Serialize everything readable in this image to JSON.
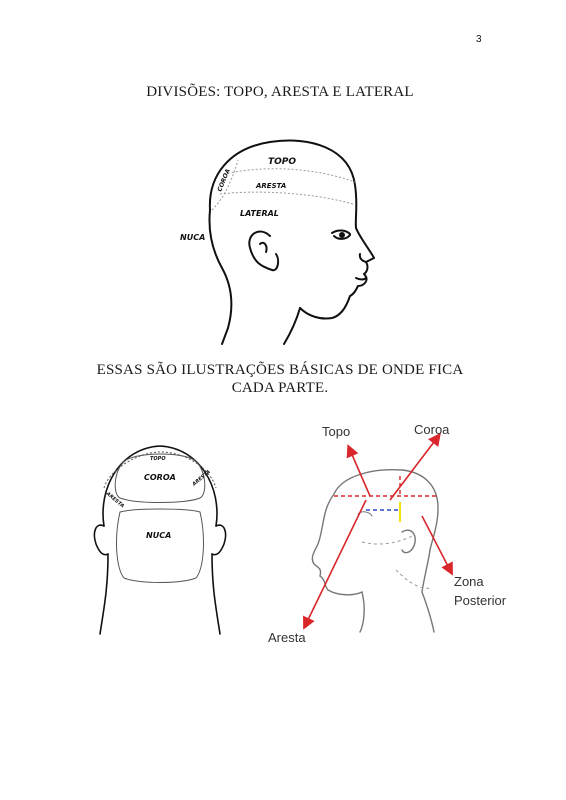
{
  "page": {
    "number": "3"
  },
  "headings": {
    "title": "DIVISÕES: TOPO, ARESTA E LATERAL",
    "subtitle_line1": "ESSAS SÃO ILUSTRAÇÕES BÁSICAS DE ONDE FICA",
    "subtitle_line2": "CADA PARTE."
  },
  "figure_side": {
    "labels": {
      "topo": "TOPO",
      "coroa": "COROA",
      "aresta": "ARESTA",
      "lateral": "LATERAL",
      "nuca": "NUCA"
    }
  },
  "figure_back": {
    "labels": {
      "topo": "TOPO",
      "coroa": "COROA",
      "aresta_left": "ARESTA",
      "aresta_right": "ARESTA",
      "nuca": "NUCA"
    }
  },
  "figure_diagram": {
    "labels": {
      "topo": "Topo",
      "coroa": "Coroa",
      "zona_line1": "Zona",
      "zona_line2": "Posterior",
      "aresta": "Aresta"
    },
    "colors": {
      "arrow": "#d9262b",
      "dashed_red": "#d9262b",
      "dashed_blue": "#2c49c9",
      "yellow": "#f2e30c"
    }
  }
}
